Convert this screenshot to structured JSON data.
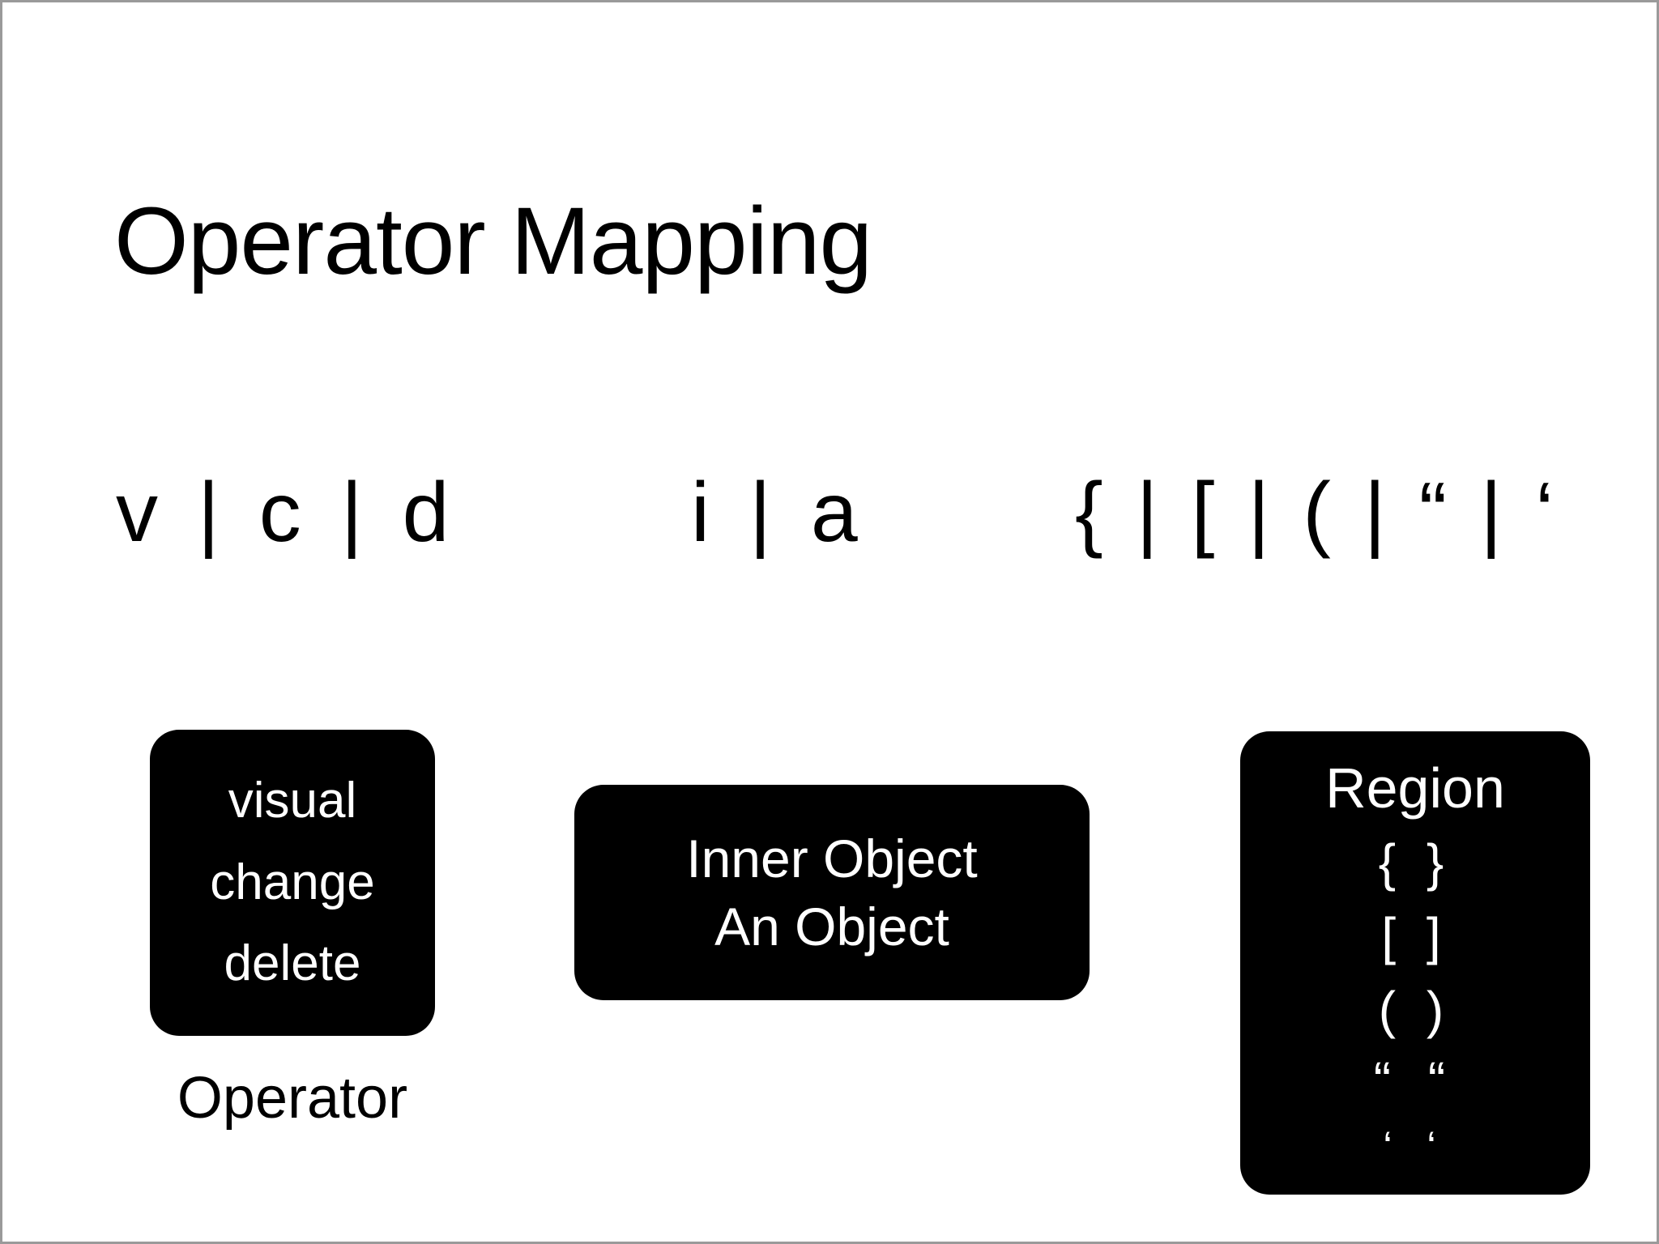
{
  "slide": {
    "title": "Operator Mapping",
    "background_color": "#ffffff",
    "border_color": "#9a9a9a",
    "card_color": "#000000",
    "card_text_color": "#ffffff"
  },
  "glyph_row": {
    "operator_glyphs": "v | c | d",
    "object_glyphs": "i | a",
    "region_glyphs": "{ | [ | ( | “ | ‘"
  },
  "cards": {
    "operator": {
      "lines": [
        "visual",
        "change",
        "delete"
      ],
      "caption": "Operator"
    },
    "object": {
      "lines": [
        "Inner Object",
        "An Object"
      ]
    },
    "region": {
      "title": "Region",
      "glyph_lines": [
        "{ }",
        "[ ]",
        "( )",
        "“ “",
        "‘ ‘"
      ]
    }
  }
}
